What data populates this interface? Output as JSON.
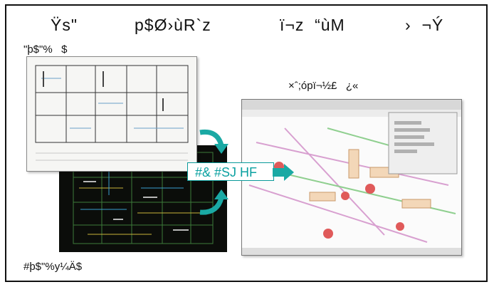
{
  "header": {
    "col1": "Ÿs\"",
    "col2": "p$Ø›ùR`z",
    "col3": "ï¬z  “ùM",
    "col4": "›  ¬Ý"
  },
  "labels": {
    "top_left": "\"þ$\"%   $",
    "bottom_left": "#þ$\"%y¼Ä$",
    "right": "×ˆ;ópï¬½£   ¿«"
  },
  "badge": {
    "text": "#&  #SJ  HF"
  },
  "colors": {
    "accent": "#1aa9a4",
    "dark_panel": "#0b0d0a",
    "border": "#111111"
  },
  "icons": [
    "curved-arrow-down-icon",
    "curved-arrow-up-icon",
    "right-arrow-icon"
  ]
}
